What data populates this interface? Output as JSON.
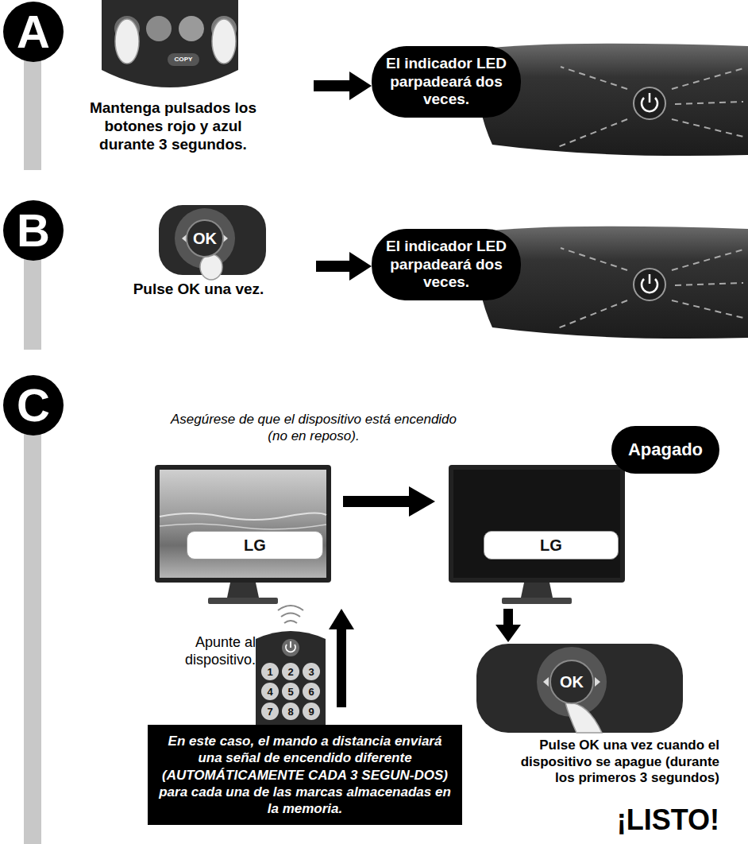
{
  "diagram": {
    "nodes": [
      {
        "text": [
          "A"
        ]
      },
      {
        "text": [
          "COPY"
        ]
      },
      {
        "text": [
          "El indicador LED parpadeará dos veces."
        ]
      },
      {
        "text": [
          "B"
        ]
      },
      {
        "text": [
          "OK"
        ]
      },
      {
        "text": [
          "El indicador LED parpadeará dos veces."
        ]
      },
      {
        "text": [
          "C"
        ]
      },
      {
        "text": [
          "LG"
        ]
      },
      {
        "text": [
          "Apagado"
        ]
      },
      {
        "text": [
          "LG"
        ]
      },
      {
        "text": [
          "1"
        ]
      },
      {
        "text": [
          "2"
        ]
      },
      {
        "text": [
          "3"
        ]
      },
      {
        "text": [
          "4"
        ]
      },
      {
        "text": [
          "5"
        ]
      },
      {
        "text": [
          "6"
        ]
      },
      {
        "text": [
          "7"
        ]
      },
      {
        "text": [
          "8"
        ]
      },
      {
        "text": [
          "9"
        ]
      },
      {
        "text": [
          "En este caso, el mando a distancia enviará una señal de encendido diferente (AUTOMÁTICAMENTE CADA 3 SEGUN-DOS) para cada una de las marcas almacenadas en la memoria."
        ]
      },
      {
        "text": [
          "OK"
        ]
      }
    ],
    "labels": [
      "Mantenga pulsados los botones rojo y azul durante 3 segundos.",
      "Pulse OK una vez.",
      "Asegúrese de que el dispositivo está encendido (no en reposo).",
      "Apunte al dispositivo.",
      "Pulse OK una vez cuando el dispositivo se apague (durante los primeros 3 segundos)",
      "¡LISTO!"
    ]
  }
}
